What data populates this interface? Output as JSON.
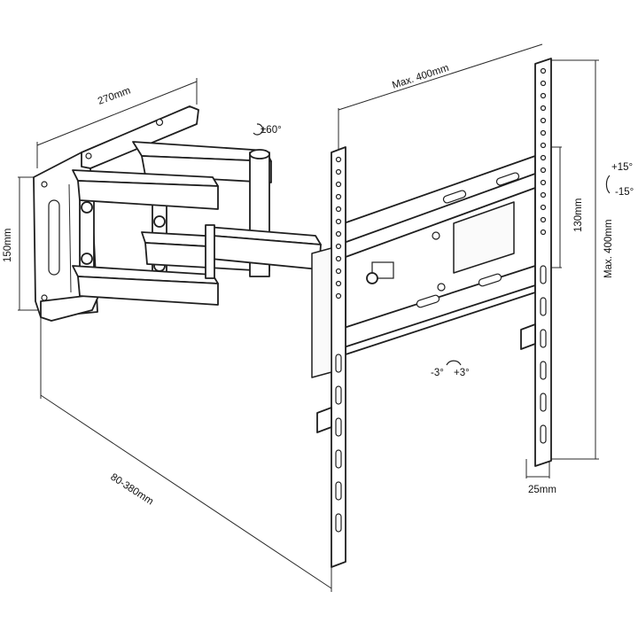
{
  "labels": {
    "width_270": "270mm",
    "height_150": "150mm",
    "rotate": "±60°",
    "max_horizontal": "Max. 400mm",
    "max_vertical": "Max. 400mm",
    "height_130": "130mm",
    "tilt_up": "+15°",
    "tilt_down": "-15°",
    "level_minus": "-3°",
    "level_plus": "+3°",
    "extension": "80-380mm",
    "rail_width": "25mm"
  },
  "colors": {
    "line": "#1f1f1f",
    "background": "#ffffff"
  }
}
